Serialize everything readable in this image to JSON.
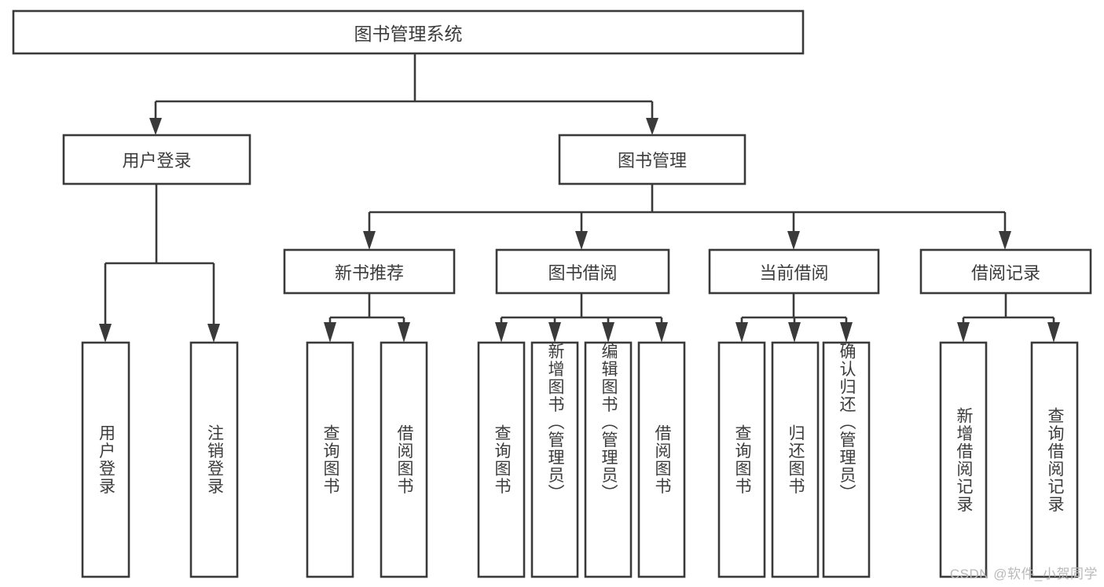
{
  "diagram": {
    "type": "hierarchy-tree",
    "title": "图书管理系统",
    "orientation": "top-down",
    "colors": {
      "background": "#ffffff",
      "box_stroke": "#3a3a3a",
      "box_fill": "#ffffff",
      "text": "#3c3c3c",
      "connector": "#3a3a3a",
      "watermark": "#b9b9b9"
    },
    "root": {
      "label": "图书管理系统"
    },
    "level2": [
      {
        "label": "用户登录"
      },
      {
        "label": "图书管理"
      }
    ],
    "level3": [
      {
        "label": "新书推荐"
      },
      {
        "label": "图书借阅"
      },
      {
        "label": "当前借阅"
      },
      {
        "label": "借阅记录"
      }
    ],
    "leaves": {
      "user_login": [
        {
          "label": "用户登录"
        },
        {
          "label": "注销登录"
        }
      ],
      "new_book_recommend": [
        {
          "label": "查询图书"
        },
        {
          "label": "借阅图书"
        }
      ],
      "book_borrow": [
        {
          "label": "查询图书"
        },
        {
          "label": "新增图书（管理员）"
        },
        {
          "label": "编辑图书（管理员）"
        },
        {
          "label": "借阅图书"
        }
      ],
      "current_borrow": [
        {
          "label": "查询图书"
        },
        {
          "label": "归还图书"
        },
        {
          "label": "确认归还（管理员）"
        }
      ],
      "borrow_record": [
        {
          "label": "新增借阅记录"
        },
        {
          "label": "查询借阅记录"
        }
      ]
    }
  },
  "watermark": {
    "text": "CSDN @软件_小贺同学"
  }
}
